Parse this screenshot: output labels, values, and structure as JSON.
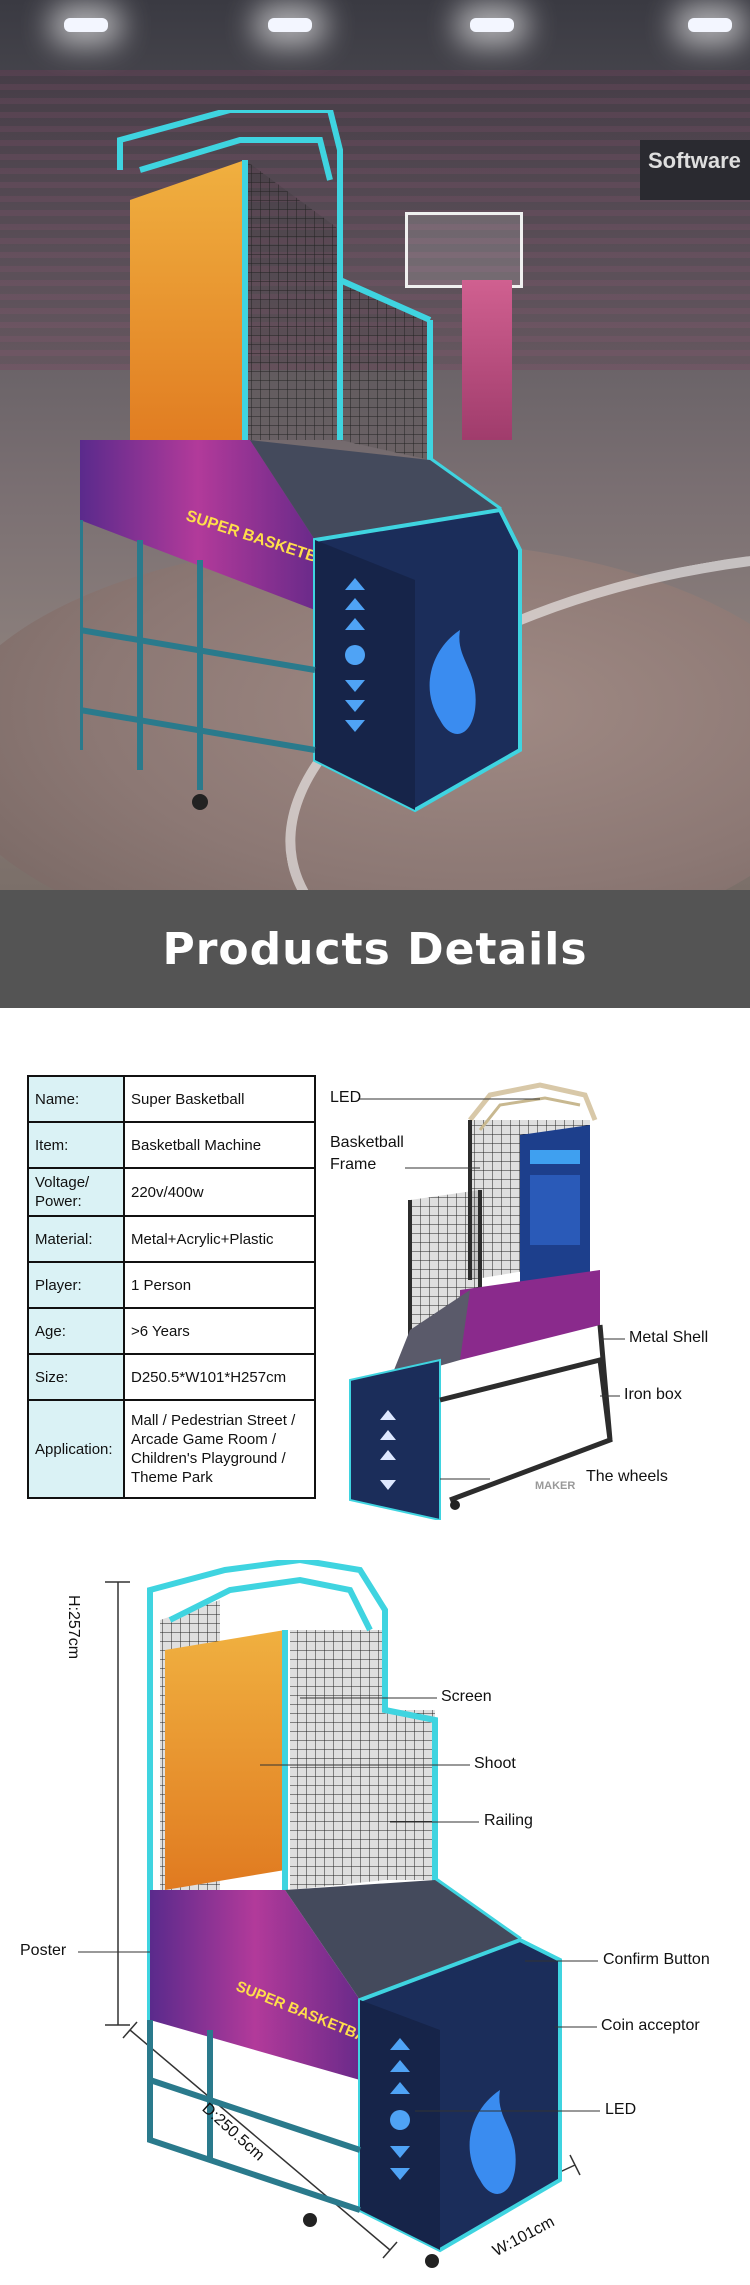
{
  "banner": {
    "title": "Products Details"
  },
  "specs": [
    {
      "key": "Name:",
      "value": "Super Basketball"
    },
    {
      "key": "Item:",
      "value": "Basketball Machine"
    },
    {
      "key": "Voltage/ Power:",
      "value": "220v/400w"
    },
    {
      "key": "Material:",
      "value": "Metal+Acrylic+Plastic"
    },
    {
      "key": "Player:",
      "value": "1 Person"
    },
    {
      "key": "Age:",
      "value": ">6 Years"
    },
    {
      "key": "Size:",
      "value": "D250.5*W101*H257cm"
    },
    {
      "key": "Application:",
      "value": "Mall / Pedestrian Street / Arcade Game Room / Children's Playground / Theme Park"
    }
  ],
  "diagram1": {
    "callouts": {
      "led": "LED",
      "frame": "Basketball Frame",
      "metal_shell": "Metal Shell",
      "iron_box": "Iron box",
      "wheels": "The wheels"
    },
    "logo": "MAKER"
  },
  "diagram2": {
    "callouts": {
      "screen": "Screen",
      "shoot": "Shoot",
      "railing": "Railing",
      "poster": "Poster",
      "confirm": "Confirm Button",
      "coin": "Coin acceptor",
      "led": "LED"
    },
    "dimensions": {
      "height": "H:257cm",
      "depth": "D:250.5cm",
      "width": "W:101cm"
    },
    "machine_label": "SUPER BASKETBALL"
  },
  "hero": {
    "board_text": "Software",
    "machine_label": "SUPER BASKETBALL"
  },
  "colors": {
    "banner_bg": "#545454",
    "table_key_bg": "#daf2f5",
    "frame_cyan": "#3fd4e0",
    "cabinet_blue": "#1b2d5a",
    "poster_magenta": "#8a2a8c"
  }
}
